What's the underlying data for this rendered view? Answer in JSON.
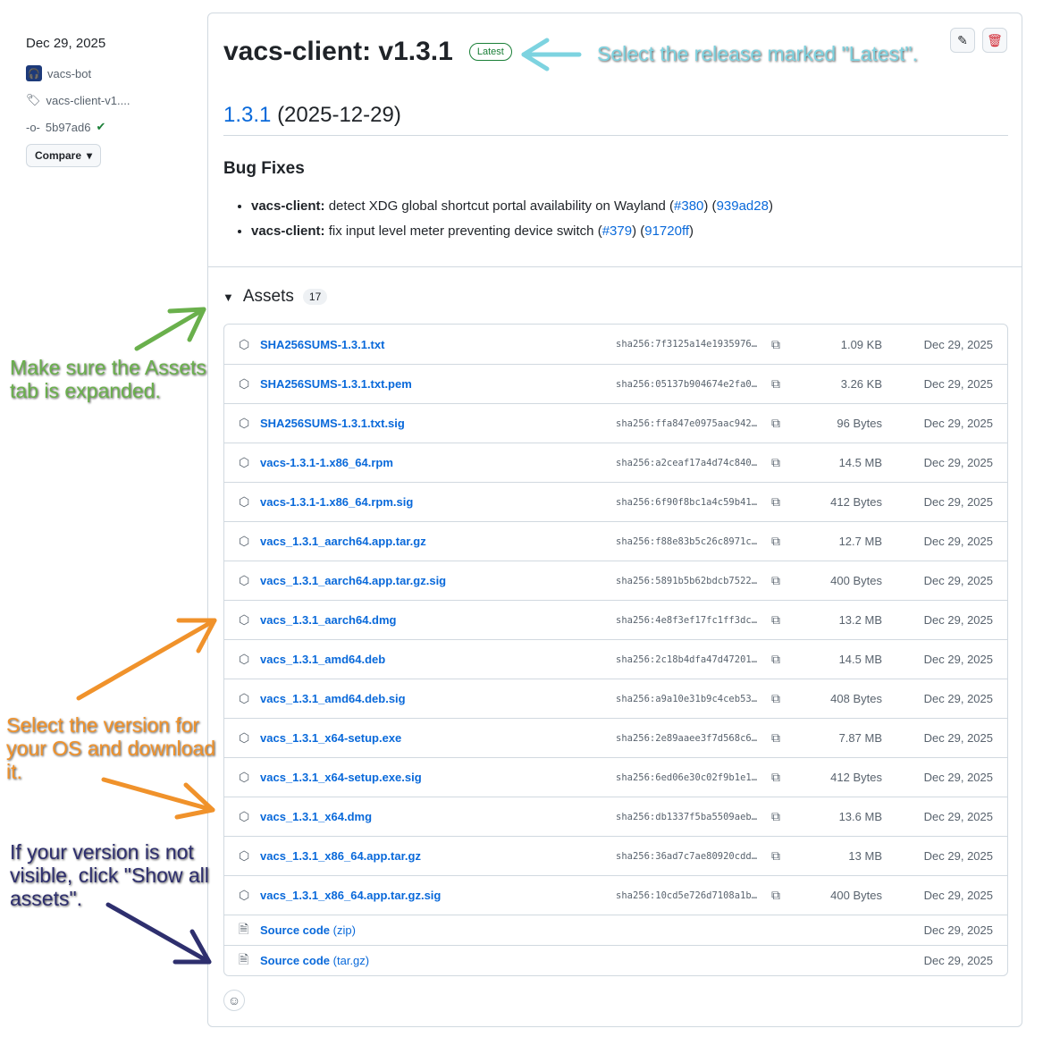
{
  "sidebar": {
    "date": "Dec 29, 2025",
    "author": "vacs-bot",
    "tag": "vacs-client-v1....",
    "commit": "5b97ad6",
    "compare": "Compare"
  },
  "release": {
    "title": "vacs-client: v1.3.1",
    "badge": "Latest",
    "version_link": "1.3.1",
    "version_date": "(2025-12-29)",
    "section": "Bug Fixes",
    "notes": [
      {
        "scope": "vacs-client:",
        "text": " detect XDG global shortcut portal availability on Wayland (",
        "pr": "#380",
        "mid": ") (",
        "commit": "939ad28",
        "end": ")"
      },
      {
        "scope": "vacs-client:",
        "text": " fix input level meter preventing device switch (",
        "pr": "#379",
        "mid": ") (",
        "commit": "91720ff",
        "end": ")"
      }
    ]
  },
  "assets": {
    "label": "Assets",
    "count": "17",
    "rows": [
      {
        "name": "SHA256SUMS-1.3.1.txt",
        "sha": "sha256:7f3125a14e1935976…",
        "size": "1.09 KB",
        "date": "Dec 29, 2025"
      },
      {
        "name": "SHA256SUMS-1.3.1.txt.pem",
        "sha": "sha256:05137b904674e2fa0…",
        "size": "3.26 KB",
        "date": "Dec 29, 2025"
      },
      {
        "name": "SHA256SUMS-1.3.1.txt.sig",
        "sha": "sha256:ffa847e0975aac942…",
        "size": "96 Bytes",
        "date": "Dec 29, 2025"
      },
      {
        "name": "vacs-1.3.1-1.x86_64.rpm",
        "sha": "sha256:a2ceaf17a4d74c840…",
        "size": "14.5 MB",
        "date": "Dec 29, 2025"
      },
      {
        "name": "vacs-1.3.1-1.x86_64.rpm.sig",
        "sha": "sha256:6f90f8bc1a4c59b41…",
        "size": "412 Bytes",
        "date": "Dec 29, 2025"
      },
      {
        "name": "vacs_1.3.1_aarch64.app.tar.gz",
        "sha": "sha256:f88e83b5c26c8971c…",
        "size": "12.7 MB",
        "date": "Dec 29, 2025"
      },
      {
        "name": "vacs_1.3.1_aarch64.app.tar.gz.sig",
        "sha": "sha256:5891b5b62bdcb7522…",
        "size": "400 Bytes",
        "date": "Dec 29, 2025"
      },
      {
        "name": "vacs_1.3.1_aarch64.dmg",
        "sha": "sha256:4e8f3ef17fc1ff3dc…",
        "size": "13.2 MB",
        "date": "Dec 29, 2025"
      },
      {
        "name": "vacs_1.3.1_amd64.deb",
        "sha": "sha256:2c18b4dfa47d47201…",
        "size": "14.5 MB",
        "date": "Dec 29, 2025"
      },
      {
        "name": "vacs_1.3.1_amd64.deb.sig",
        "sha": "sha256:a9a10e31b9c4ceb53…",
        "size": "408 Bytes",
        "date": "Dec 29, 2025"
      },
      {
        "name": "vacs_1.3.1_x64-setup.exe",
        "sha": "sha256:2e89aaee3f7d568c6…",
        "size": "7.87 MB",
        "date": "Dec 29, 2025"
      },
      {
        "name": "vacs_1.3.1_x64-setup.exe.sig",
        "sha": "sha256:6ed06e30c02f9b1e1…",
        "size": "412 Bytes",
        "date": "Dec 29, 2025"
      },
      {
        "name": "vacs_1.3.1_x64.dmg",
        "sha": "sha256:db1337f5ba5509aeb…",
        "size": "13.6 MB",
        "date": "Dec 29, 2025"
      },
      {
        "name": "vacs_1.3.1_x86_64.app.tar.gz",
        "sha": "sha256:36ad7c7ae80920cdd…",
        "size": "13 MB",
        "date": "Dec 29, 2025"
      },
      {
        "name": "vacs_1.3.1_x86_64.app.tar.gz.sig",
        "sha": "sha256:10cd5e726d7108a1b…",
        "size": "400 Bytes",
        "date": "Dec 29, 2025"
      }
    ],
    "source": [
      {
        "name": "Source code",
        "kind": "(zip)",
        "date": "Dec 29, 2025"
      },
      {
        "name": "Source code",
        "kind": "(tar.gz)",
        "date": "Dec 29, 2025"
      }
    ]
  },
  "annotations": {
    "latest": "Select the release marked \"Latest\".",
    "assets": "Make sure the Assets tab is expanded.",
    "os": "Select the version for your OS and download it.",
    "show_all": "If your version is not visible, click \"Show all assets\"."
  },
  "colors": {
    "cyan": "#7dd3e0",
    "green": "#6ab04c",
    "orange": "#f0922b",
    "navy": "#2e2f6e"
  }
}
